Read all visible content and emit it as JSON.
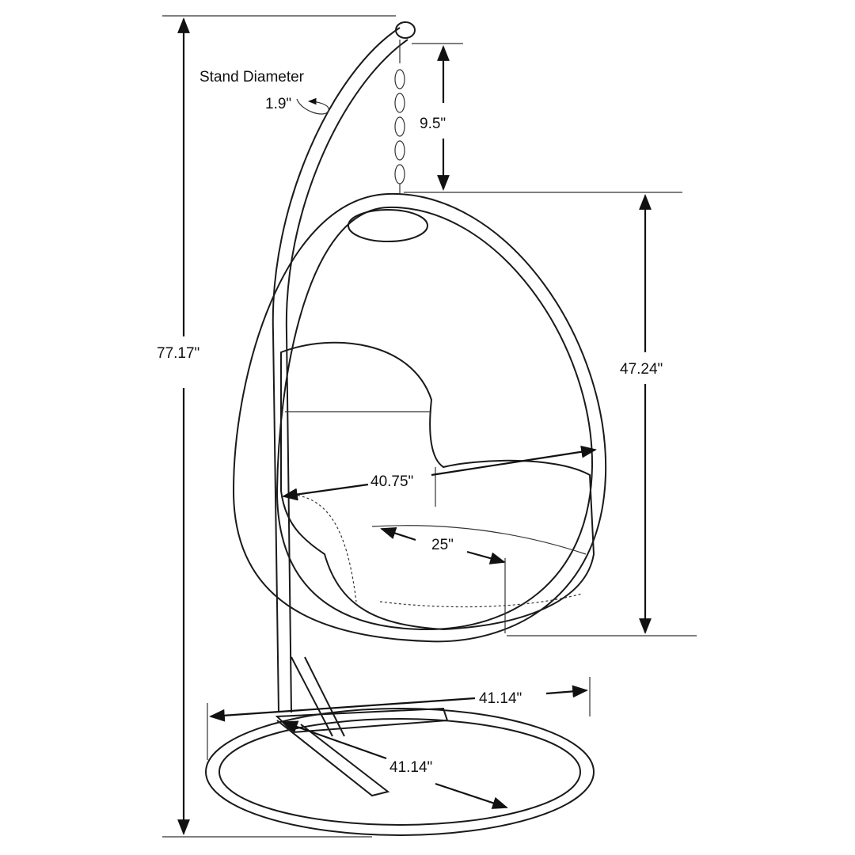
{
  "labels": {
    "stand_diameter_title": "Stand Diameter",
    "stand_diameter_value": "1.9\"",
    "chain_length": "9.5\"",
    "total_height": "77.17\"",
    "basket_height": "47.24\"",
    "basket_width": "40.75\"",
    "seat_depth": "25\"",
    "base_width": "41.14\"",
    "base_depth": "41.14\""
  },
  "colors": {
    "line": "#1a1a1a",
    "background": "#ffffff"
  }
}
